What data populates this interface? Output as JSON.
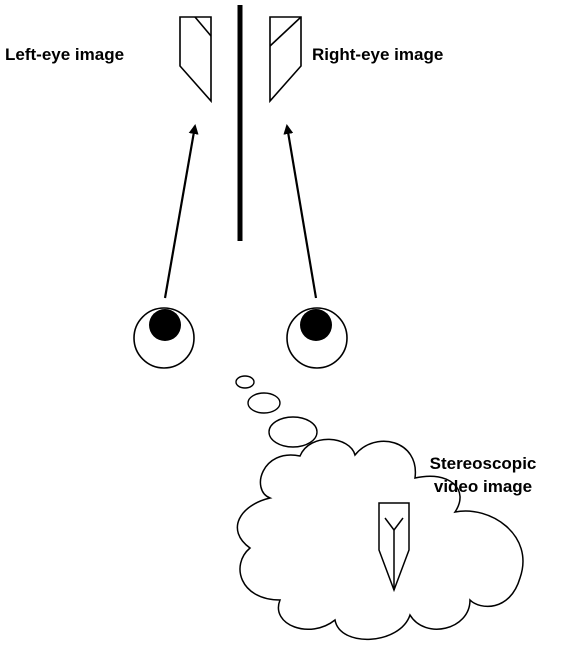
{
  "labels": {
    "left_eye_image": "Left-eye image",
    "right_eye_image": "Right-eye image",
    "stereoscopic_line1": "Stereoscopic",
    "stereoscopic_line2": "video image"
  },
  "colors": {
    "stroke": "#000000",
    "background": "#ffffff"
  }
}
